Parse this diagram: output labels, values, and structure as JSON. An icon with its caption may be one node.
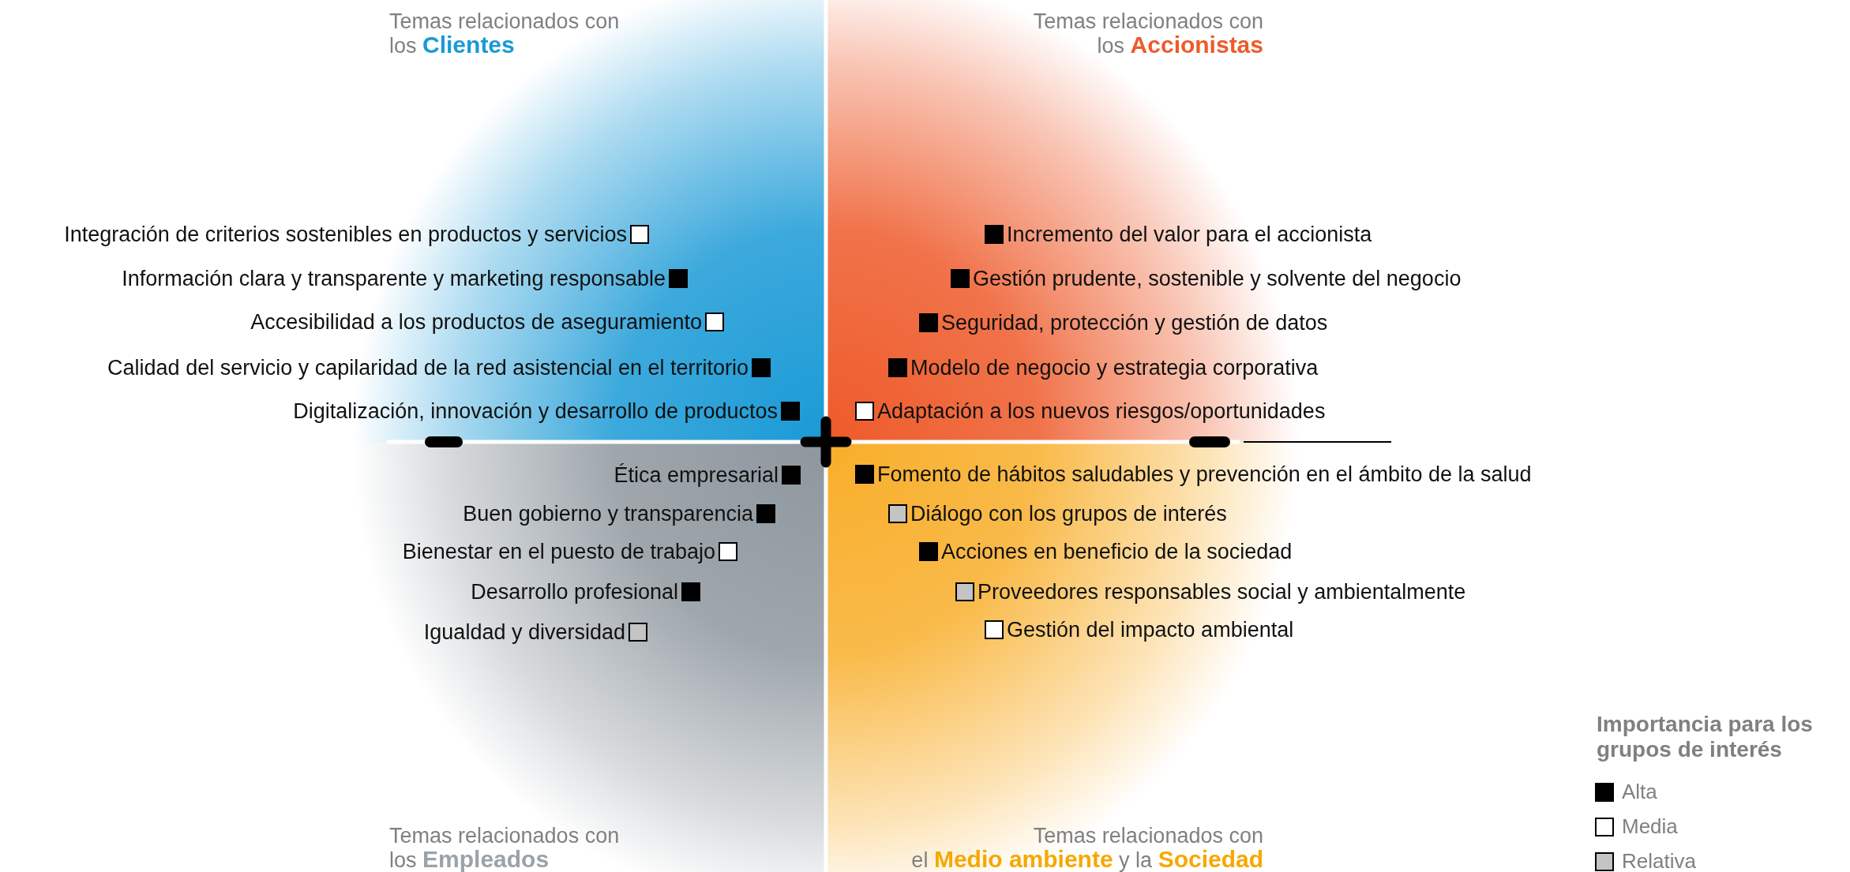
{
  "diagram": {
    "nodes": [
      {
        "text": [
          "Temas relacionados con los **Clientes**"
        ]
      },
      {
        "text": [
          "Integración de criterios sostenibles en productos y servicios"
        ],
        "in": 0
      },
      {
        "text": [
          "Información clara y transparente y marketing responsable"
        ],
        "in": 0
      },
      {
        "text": [
          "Accesibilidad a los productos de aseguramiento"
        ],
        "in": 0
      },
      {
        "text": [
          "Calidad del servicio y capilaridad de la red asistencial en el territorio"
        ],
        "in": 0
      },
      {
        "text": [
          "Digitalización, innovación y desarrollo de productos"
        ],
        "in": 0
      },
      {
        "text": [
          "Temas relacionados con los **Accionistas**"
        ]
      },
      {
        "text": [
          "Incremento del valor para el accionista"
        ],
        "in": 6
      },
      {
        "text": [
          "Gestión prudente, sostenible y solvente del negocio"
        ],
        "in": 6
      },
      {
        "text": [
          "Seguridad, protección y gestión de datos"
        ],
        "in": 6
      },
      {
        "text": [
          "Modelo de negocio y estrategia corporativa"
        ],
        "in": 6
      },
      {
        "text": [
          "Adaptación a los nuevos riesgos/oportunidades"
        ],
        "in": 6
      },
      {
        "text": [
          "Temas relacionados con los **Empleados**"
        ]
      },
      {
        "text": [
          "Ética empresarial"
        ],
        "in": 12
      },
      {
        "text": [
          "Buen gobierno y transparencia"
        ],
        "in": 12
      },
      {
        "text": [
          "Bienestar en el puesto de trabajo"
        ],
        "in": 12
      },
      {
        "text": [
          "Desarrollo profesional"
        ],
        "in": 12
      },
      {
        "text": [
          "Igualdad y diversidad"
        ],
        "in": 12
      },
      {
        "text": [
          "Temas relacionados con el **Medio ambiente** y la **Sociedad**"
        ]
      },
      {
        "text": [
          "Fomento de hábitos saludables y prevención en el ámbito de la salud"
        ],
        "in": 18
      },
      {
        "text": [
          "Diálogo con los grupos de interés"
        ],
        "in": 18
      },
      {
        "text": [
          "Acciones en beneficio de la sociedad"
        ],
        "in": 18
      },
      {
        "text": [
          "Proveedores responsables social y ambientalmente"
        ],
        "in": 18
      },
      {
        "text": [
          "Gestión del impacto ambiental"
        ],
        "in": 18
      }
    ],
    "labels": [
      "Importancia para los grupos de interés"
    ],
    "legend": [
      {
        "text": "Alta",
        "color": "#000000"
      },
      {
        "text": "Media",
        "color": "#ffffff"
      },
      {
        "text": "Relativa",
        "color": "#c4c4c4"
      }
    ]
  }
}
